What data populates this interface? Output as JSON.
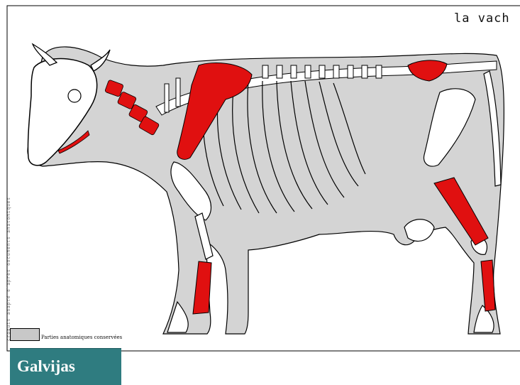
{
  "figure": {
    "title": "la vach",
    "legend": {
      "label": "Parties anatomiques conservées"
    },
    "credit": "croquis adapté d'après documents anatomiques"
  },
  "caption": {
    "label": "Galvijas"
  },
  "colors": {
    "body": "#d4d4d4",
    "bone": "#ffffff",
    "highlight": "#e01010",
    "outline": "#000000",
    "caption_bg": "#2f7c80"
  }
}
